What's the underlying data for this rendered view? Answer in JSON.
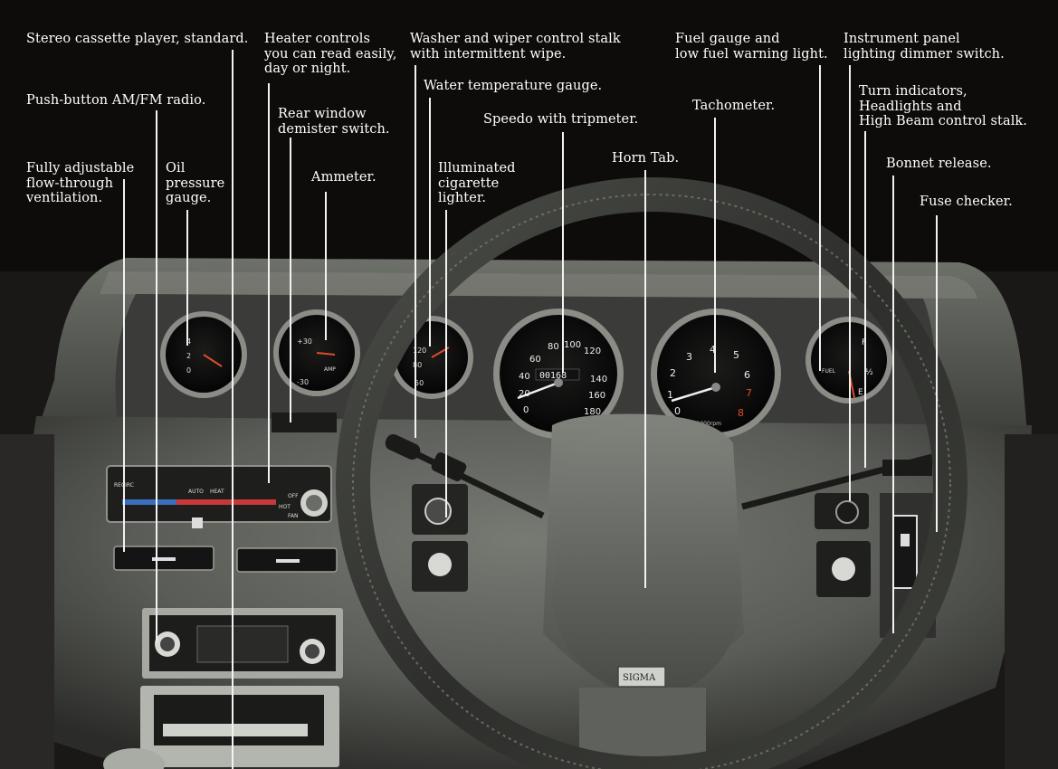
{
  "labels": {
    "stereo": "Stereo cassette player, standard.",
    "heater": "Heater controls\nyou can read easily,\nday or night.",
    "washer": "Washer and wiper control stalk\nwith intermittent wipe.",
    "fuel": "Fuel gauge and\nlow fuel warning light.",
    "dimmer": "Instrument panel\nlighting dimmer switch.",
    "radio": "Push-button AM/FM radio.",
    "water": "Water temperature gauge.",
    "turn": "Turn indicators,\nHeadlights and\nHigh Beam control stalk.",
    "tacho": "Tachometer.",
    "rear": "Rear window\ndemister switch.",
    "speedo": "Speedo with tripmeter.",
    "horn": "Horn Tab.",
    "bonnet": "Bonnet release.",
    "vent": "Fully adjustable\nflow-through\nventilation.",
    "oil": "Oil\npressure\ngauge.",
    "ammeter": "Ammeter.",
    "lighter": "Illuminated\ncigarette\nlighter.",
    "fuse": "Fuse checker."
  },
  "dash": {
    "badge": "SIGMA",
    "speedo_ticks": [
      "0",
      "20",
      "40",
      "60",
      "80",
      "100",
      "120",
      "140",
      "160",
      "180"
    ],
    "tacho_ticks": [
      "0",
      "1",
      "2",
      "3",
      "4",
      "5",
      "6",
      "7",
      "8"
    ],
    "tacho_unit": "x1000rpm",
    "odometer": "00168",
    "fuel_marks": [
      "F",
      "½",
      "E"
    ],
    "fuel_word": "FUEL",
    "temp_marks": [
      "120",
      "80",
      "50"
    ],
    "amp_marks": [
      "+30",
      "AMP",
      "-30"
    ],
    "heater_modes": [
      "RECIRC",
      "AUTO",
      "HEAT",
      "OFF",
      "HOT",
      "FAN"
    ]
  },
  "colors": {
    "label_text": "#ffffff",
    "leader": "#f2f2f2",
    "dash": "#5f615c",
    "dash_dark": "#2a2b28",
    "needle": "#e04a2a"
  }
}
